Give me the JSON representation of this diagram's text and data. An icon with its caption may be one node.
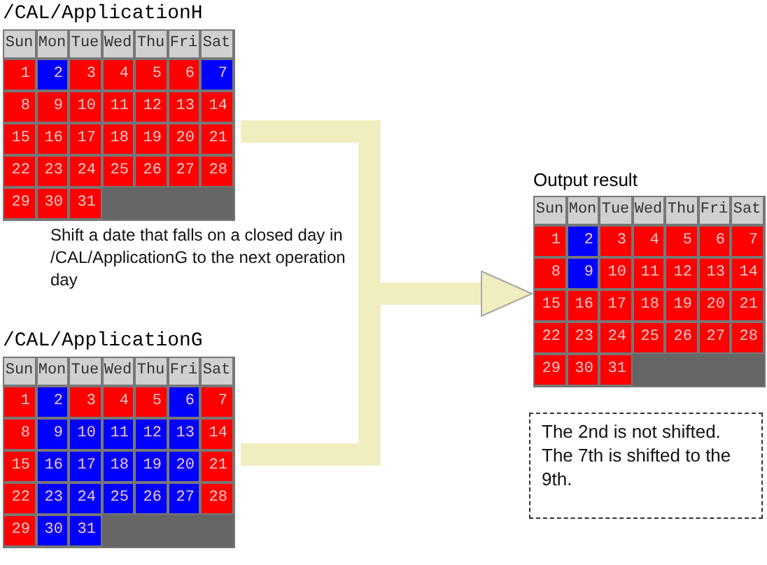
{
  "diagram": {
    "nodes": [
      {
        "text": [
          "/CAL/ApplicationH",
          "Sun",
          "Mon",
          "Tue",
          "Wed",
          "Thu",
          "Fri",
          "Sat",
          "1",
          "2",
          "3",
          "4",
          "5",
          "6",
          "7",
          "8",
          "9",
          "10",
          "11",
          "12",
          "13",
          "14",
          "15",
          "16",
          "17",
          "18",
          "19",
          "20",
          "21",
          "22",
          "23",
          "24",
          "25",
          "26",
          "27",
          "28",
          "29",
          "30",
          "31"
        ]
      },
      {
        "text": [
          "/CAL/ApplicationG",
          "Sun",
          "Mon",
          "Tue",
          "Wed",
          "Thu",
          "Fri",
          "Sat",
          "1",
          "2",
          "3",
          "4",
          "5",
          "6",
          "7",
          "8",
          "9",
          "10",
          "11",
          "12",
          "13",
          "14",
          "15",
          "16",
          "17",
          "18",
          "19",
          "20",
          "21",
          "22",
          "23",
          "24",
          "25",
          "26",
          "27",
          "28",
          "29",
          "30",
          "31"
        ]
      },
      {
        "text": [
          "Output result",
          "Sun",
          "Mon",
          "Tue",
          "Wed",
          "Thu",
          "Fri",
          "Sat",
          "1",
          "2",
          "3",
          "4",
          "5",
          "6",
          "7",
          "8",
          "9",
          "10",
          "11",
          "12",
          "13",
          "14",
          "15",
          "16",
          "17",
          "18",
          "19",
          "20",
          "21",
          "22",
          "23",
          "24",
          "25",
          "26",
          "27",
          "28",
          "29",
          "30",
          "31"
        ]
      },
      {
        "text": [
          "The 2nd is not shifted. The 7th is shifted to the 9th."
        ]
      }
    ],
    "edges": [
      {
        "from": 0,
        "to": 2,
        "arrow": "to"
      },
      {
        "from": 1,
        "to": 2,
        "arrow": "to"
      }
    ],
    "labels": [
      "Shift a date that falls on a closed day in /CAL/ApplicationG to the next operation day"
    ]
  }
}
